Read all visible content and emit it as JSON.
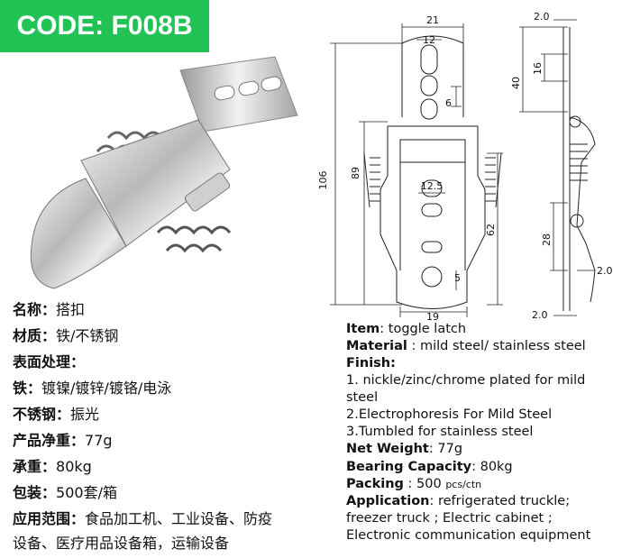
{
  "badge": {
    "code": "CODE: F008B",
    "color": "#22c255"
  },
  "drawing": {
    "dims": {
      "d21": "21",
      "d12": "12",
      "d6": "6",
      "d106": "106",
      "d89": "89",
      "d12_5": "12.5",
      "d62": "62",
      "d5": "5",
      "d19": "19",
      "d2_0a": "2.0",
      "d16": "16",
      "d40": "40",
      "d28": "28",
      "d2_0b": "2.0",
      "d2_0c": "2.0"
    }
  },
  "chinese_specs": {
    "name": {
      "label": "名称",
      "sep": "：",
      "value": "搭扣"
    },
    "material": {
      "label": "材质",
      "sep": "：",
      "value": "铁/不锈钢"
    },
    "finish": {
      "label": "表面处理",
      "sep": "：",
      "value": ""
    },
    "iron": {
      "label": "铁",
      "sep": "：",
      "value": "镀镍/镀锌/镀铬/电泳"
    },
    "stainless": {
      "label": "不锈钢",
      "sep": "：",
      "value": "振光"
    },
    "net_weight": {
      "label": "产品净重",
      "sep": "：",
      "value": "77g"
    },
    "bearing": {
      "label": "承重",
      "sep": "：",
      "value": "80kg"
    },
    "packing": {
      "label": "包装",
      "sep": "：",
      "value": "500套/箱"
    },
    "application": {
      "label": "应用范围",
      "sep": "：",
      "value": "食品加工机、工业设备、防疫",
      "value_line2": "设备、医疗用品设备箱，运输设备"
    }
  },
  "english_specs": {
    "item": {
      "label": "Item",
      "value": ": toggle latch"
    },
    "material": {
      "label": "Material",
      "value": " : mild steel/ stainless steel"
    },
    "finish": {
      "label": "Finish",
      "value": ":"
    },
    "finish_1a": "1. nickle/zinc/chrome plated for mild",
    "finish_1b": "steel",
    "finish_2": "2.Electrophoresis For Mild Steel",
    "finish_3": "3.Tumbled for stainless steel",
    "net_weight": {
      "label": "Net Weight",
      "value": ": 77g"
    },
    "bearing": {
      "label": "Bearing Capacity",
      "value": ": 80kg"
    },
    "packing": {
      "label": "Packing",
      "value": " : 500 ",
      "unit": "pcs/ctn"
    },
    "application": {
      "label": "Application",
      "value": ": refrigerated truckle;"
    },
    "application_2": "freezer truck ; Electric cabinet ;",
    "application_3": "Electronic communication equipment"
  }
}
